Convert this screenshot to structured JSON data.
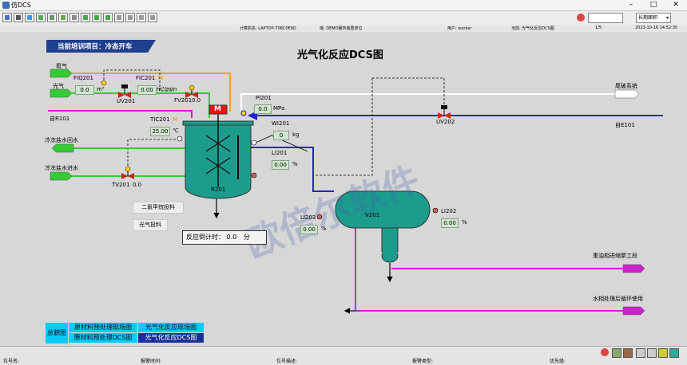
{
  "window": {
    "title": "仿DCS",
    "controls": [
      "–",
      "□",
      "✕"
    ]
  },
  "toolbar": {
    "search_placeholder": "",
    "dropdown_value": "长期面积"
  },
  "infobar": {
    "items": [
      "计算机名: LAPTOP-708C0E9D",
      "端: DEMO服务装置单位",
      "用户: worker",
      "当前: 光气化反应DCS图",
      "1/5",
      "2023-10-16 14:52:30"
    ]
  },
  "header": {
    "training_project": "当前培训项目：冷态开车",
    "page_title": "光气化反应DCS图"
  },
  "watermark": "欧倍尔软件",
  "streams": {
    "n2": "氮气",
    "phosgene": "光气",
    "from_r101": "自R101",
    "chilled_return": "冷冻盐水回水",
    "chilled_supply": "冷冻盐水进水",
    "tail_gas": "尾破系统",
    "from_e101": "自E101",
    "heavy_oil": "重油相进缩聚工段",
    "water_phase": "水相处理后循环使用"
  },
  "instruments": {
    "fiq201": {
      "tag": "FIQ201",
      "value": "0.0",
      "unit": "m³"
    },
    "fic201": {
      "tag": "FIC201",
      "mode": "M",
      "value": "0.00",
      "unit": "m³/min"
    },
    "uv201": {
      "tag": "UV201"
    },
    "fv201": {
      "tag": "FV201",
      "value": "0.0"
    },
    "pi201": {
      "tag": "PI201",
      "value": "0.0",
      "unit": "MPa"
    },
    "uv202": {
      "tag": "UV202"
    },
    "tic201": {
      "tag": "TIC201",
      "mode": "M",
      "value": "25.00",
      "unit": "℃"
    },
    "wi201": {
      "tag": "WI201",
      "value": "0",
      "unit": "kg"
    },
    "li201": {
      "tag": "LI201",
      "value": "0.00",
      "unit": "%"
    },
    "tv201": {
      "tag": "TV201",
      "value": "0.0"
    },
    "li202": {
      "tag": "LI202",
      "value": "0.00",
      "unit": "%"
    },
    "li203": {
      "tag": "LI203",
      "value": "0.00",
      "unit": "%"
    }
  },
  "equipment": {
    "r201": "R201",
    "v201": "V201",
    "motor": "M"
  },
  "buttons": {
    "dichloromethane_feed": "二氯甲烷投料",
    "phosgene_feed": "光气投料"
  },
  "countdown": {
    "label": "反应倒计时：",
    "value": "0.0",
    "unit": "分"
  },
  "nav": {
    "overview": "总貌图",
    "items": [
      "原材料预处理现场图",
      "光气化反应现场图",
      "原材料预处理DCS图",
      "光气化反应DCS图"
    ]
  },
  "statusbar": {
    "fields": [
      "位号名:",
      "报警时间:",
      "位号描述:",
      "报警类型:",
      "优先级:"
    ]
  },
  "colors": {
    "vessel": "#1b9c8c",
    "n2_line": "#f0a030",
    "phosgene_line": "#33cc33",
    "water_line": "#cc22cc",
    "e101_line": "#2222dd",
    "tail_line": "#ffffff"
  }
}
